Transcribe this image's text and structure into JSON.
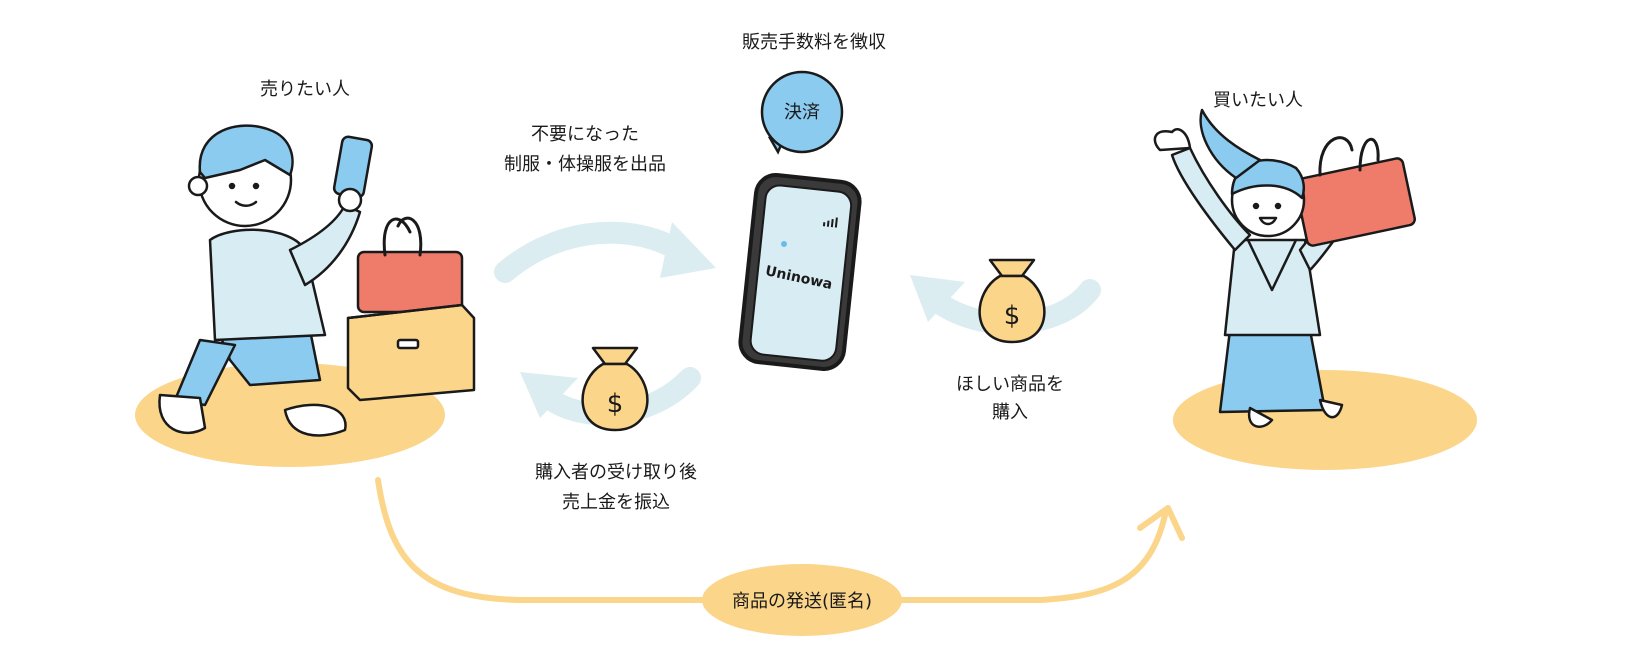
{
  "labels": {
    "seller": "売りたい人",
    "buyer": "買いたい人",
    "fee": "販売手数料を徴収",
    "payment_bubble": "決済",
    "listing_line1": "不要になった",
    "listing_line2": "制服・体操服を出品",
    "purchase_line1": "ほしい商品を",
    "purchase_line2": "購入",
    "payout_line1": "購入者の受け取り後",
    "payout_line2": "売上金を振込",
    "shipping": "商品の発送(匿名)",
    "app_name": "Uninowa",
    "money_symbol": "$"
  },
  "colors": {
    "skin_blue": "#8ccbf0",
    "light_blue": "#d8ecf4",
    "arrow_blue": "#dcedf2",
    "ground": "#fbd58a",
    "bag_red": "#ef7c6a",
    "box_tan": "#fbd58a",
    "outline": "#1a1a1a"
  }
}
